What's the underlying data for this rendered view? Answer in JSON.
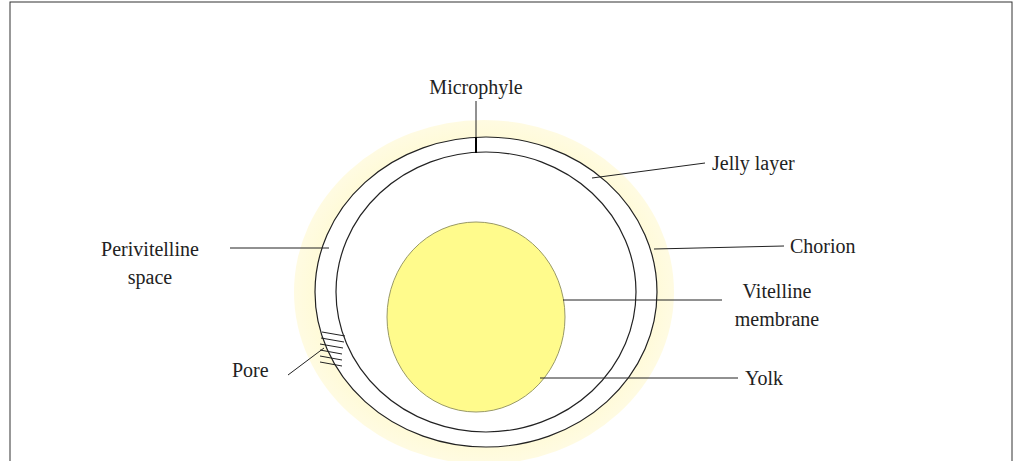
{
  "diagram": {
    "labels": [
      "Microphyle",
      "Jelly layer",
      "Perivitelline space",
      "Chorion",
      "Vitelline membrane",
      "Pore",
      "Yolk"
    ]
  }
}
